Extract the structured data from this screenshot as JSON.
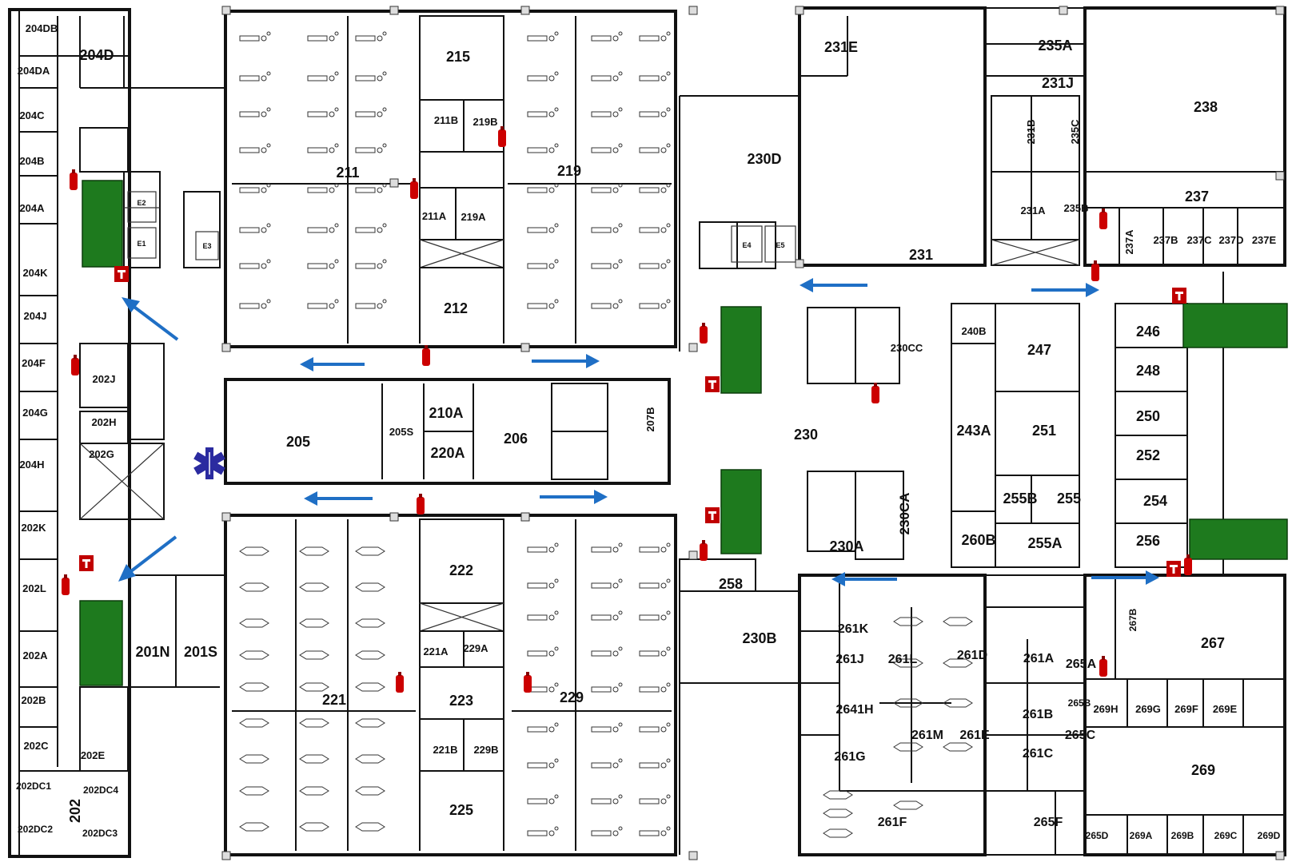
{
  "rooms": [
    {
      "id": "204DB"
    },
    {
      "id": "204D"
    },
    {
      "id": "204DA"
    },
    {
      "id": "204C"
    },
    {
      "id": "204B"
    },
    {
      "id": "204A"
    },
    {
      "id": "204K"
    },
    {
      "id": "204J"
    },
    {
      "id": "204F"
    },
    {
      "id": "204G"
    },
    {
      "id": "204H"
    },
    {
      "id": "202K"
    },
    {
      "id": "202L"
    },
    {
      "id": "202A"
    },
    {
      "id": "202B"
    },
    {
      "id": "202C"
    },
    {
      "id": "202DC1"
    },
    {
      "id": "202"
    },
    {
      "id": "202DC4"
    },
    {
      "id": "202DC2"
    },
    {
      "id": "202DC3"
    },
    {
      "id": "202J"
    },
    {
      "id": "202H"
    },
    {
      "id": "202G"
    },
    {
      "id": "202E"
    },
    {
      "id": "201N"
    },
    {
      "id": "201S"
    },
    {
      "id": "211"
    },
    {
      "id": "215"
    },
    {
      "id": "211B"
    },
    {
      "id": "219B"
    },
    {
      "id": "219"
    },
    {
      "id": "211A"
    },
    {
      "id": "219A"
    },
    {
      "id": "212"
    },
    {
      "id": "205"
    },
    {
      "id": "205S"
    },
    {
      "id": "210A"
    },
    {
      "id": "220A"
    },
    {
      "id": "206"
    },
    {
      "id": "207B"
    },
    {
      "id": "221"
    },
    {
      "id": "222"
    },
    {
      "id": "221A"
    },
    {
      "id": "229A"
    },
    {
      "id": "223"
    },
    {
      "id": "229"
    },
    {
      "id": "221B"
    },
    {
      "id": "229B"
    },
    {
      "id": "225"
    },
    {
      "id": "230D"
    },
    {
      "id": "230"
    },
    {
      "id": "230CC"
    },
    {
      "id": "230CA"
    },
    {
      "id": "230A"
    },
    {
      "id": "258"
    },
    {
      "id": "230B"
    },
    {
      "id": "231E"
    },
    {
      "id": "235A"
    },
    {
      "id": "231J"
    },
    {
      "id": "231B"
    },
    {
      "id": "235C"
    },
    {
      "id": "231A"
    },
    {
      "id": "235B"
    },
    {
      "id": "231"
    },
    {
      "id": "238"
    },
    {
      "id": "237"
    },
    {
      "id": "237A"
    },
    {
      "id": "237B"
    },
    {
      "id": "237C"
    },
    {
      "id": "237D"
    },
    {
      "id": "237E"
    },
    {
      "id": "240B"
    },
    {
      "id": "247"
    },
    {
      "id": "243A"
    },
    {
      "id": "251"
    },
    {
      "id": "255B"
    },
    {
      "id": "255"
    },
    {
      "id": "260B"
    },
    {
      "id": "255A"
    },
    {
      "id": "246"
    },
    {
      "id": "248"
    },
    {
      "id": "250"
    },
    {
      "id": "252"
    },
    {
      "id": "254"
    },
    {
      "id": "256"
    },
    {
      "id": "261K"
    },
    {
      "id": "261J"
    },
    {
      "id": "261L"
    },
    {
      "id": "261D"
    },
    {
      "id": "2641H"
    },
    {
      "id": "261M"
    },
    {
      "id": "261E"
    },
    {
      "id": "261G"
    },
    {
      "id": "261F"
    },
    {
      "id": "261A"
    },
    {
      "id": "265A"
    },
    {
      "id": "265B"
    },
    {
      "id": "261B"
    },
    {
      "id": "265C"
    },
    {
      "id": "261C"
    },
    {
      "id": "265F"
    },
    {
      "id": "265D"
    },
    {
      "id": "267B"
    },
    {
      "id": "267"
    },
    {
      "id": "269H"
    },
    {
      "id": "269G"
    },
    {
      "id": "269F"
    },
    {
      "id": "269E"
    },
    {
      "id": "269"
    },
    {
      "id": "269A"
    },
    {
      "id": "269B"
    },
    {
      "id": "269C"
    },
    {
      "id": "269D"
    }
  ],
  "elevators": [
    "E2",
    "E1",
    "E3",
    "E4",
    "E5"
  ],
  "colors": {
    "stair": "#1e7a1e",
    "arrow": "#1f6fc5",
    "extinguisher": "#c00000",
    "ems": "#2b2ba0"
  }
}
